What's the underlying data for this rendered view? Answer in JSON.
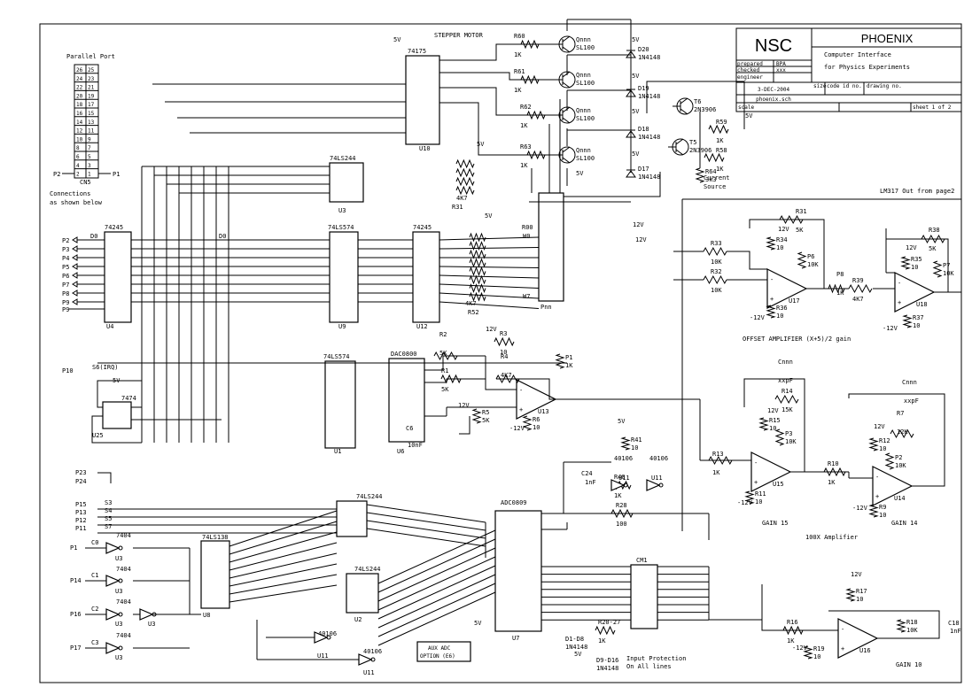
{
  "title_block": {
    "company": "NSC",
    "project": "PHOENIX",
    "line1": "Computer Interface",
    "line2": "for Physics Experiments",
    "prepared_lbl": "prepared",
    "prepared_val": "BPA",
    "checked_lbl": "checked",
    "checked_val": "xxx",
    "engineer_lbl": "engineer",
    "date": "3-DEC-2004",
    "file": "phoenix.sch",
    "size_lbl": "size",
    "code_lbl": "code id no.",
    "drawing_lbl": "drawing no.",
    "scale_lbl": "scale",
    "sheet_lbl": "sheet 1 of 2"
  },
  "labels": {
    "parallel_port": "Parallel Port",
    "cn5": "CN5",
    "p2": "P2",
    "p1": "P1",
    "connections1": "Connections",
    "connections2": "as shown below",
    "stepper_motor": "STEPPER MOTOR",
    "current_source1": "Current",
    "current_source2": "Source",
    "lm317": "LM317 Out from page2",
    "offset_amp": "OFFSET AMPLIFIER (X+5)/2 gain",
    "gain15": "GAIN 15",
    "gain14": "GAIN 14",
    "amp100x": "100X Amplifier",
    "gain10": "GAIN 10",
    "input_protection1": "Input Protection",
    "input_protection2": "On All lines",
    "aux_adc1": "AUX ADC",
    "aux_adc2": "OPTION (E6)",
    "s6irq": "S6(IRQ)",
    "dac": "DAC0800",
    "adc": "ADC0809",
    "d0": "D0",
    "cm1": "CM1",
    "pnn": "Pnn"
  },
  "pin_header": [
    [
      "26",
      "25"
    ],
    [
      "24",
      "23"
    ],
    [
      "22",
      "21"
    ],
    [
      "20",
      "19"
    ],
    [
      "18",
      "17"
    ],
    [
      "16",
      "15"
    ],
    [
      "14",
      "13"
    ],
    [
      "12",
      "11"
    ],
    [
      "10",
      "9"
    ],
    [
      "8",
      "7"
    ],
    [
      "6",
      "5"
    ],
    [
      "4",
      "3"
    ],
    [
      "2",
      "1"
    ]
  ],
  "ports_left": [
    "P2",
    "P3",
    "P4",
    "P5",
    "P6",
    "P7",
    "P8",
    "P9"
  ],
  "ics": [
    {
      "id": "U10",
      "part": "74175"
    },
    {
      "id": "U3",
      "part": "74LS244"
    },
    {
      "id": "U4",
      "part": "74245"
    },
    {
      "id": "U9",
      "part": "74LS574"
    },
    {
      "id": "U12",
      "part": "74245"
    },
    {
      "id": "U1",
      "part": "74LS574"
    },
    {
      "id": "U6",
      "part": "DAC0800"
    },
    {
      "id": "U25",
      "part": "7474"
    },
    {
      "id": "U8",
      "part": "74LS138"
    },
    {
      "id": "U2",
      "part": "74LS244"
    },
    {
      "id": "U7",
      "part": "ADC0809"
    },
    {
      "id": "U13",
      "part": ""
    },
    {
      "id": "U17",
      "part": ""
    },
    {
      "id": "U18",
      "part": ""
    },
    {
      "id": "U15",
      "part": ""
    },
    {
      "id": "U14",
      "part": ""
    },
    {
      "id": "U16",
      "part": ""
    }
  ],
  "transistors": [
    {
      "name": "Qnnn",
      "type": "SL100"
    },
    {
      "name": "Qnnn",
      "type": "SL100"
    },
    {
      "name": "Qnnn",
      "type": "SL100"
    },
    {
      "name": "Qnnn",
      "type": "SL100"
    },
    {
      "name": "T6",
      "type": "2N3906"
    },
    {
      "name": "T5",
      "type": "2N3906"
    }
  ],
  "diodes": [
    {
      "name": "D20",
      "type": "1N4148"
    },
    {
      "name": "D19",
      "type": "1N4148"
    },
    {
      "name": "D18",
      "type": "1N4148"
    },
    {
      "name": "D17",
      "type": "1N4148"
    }
  ],
  "resistors": [
    {
      "name": "R60",
      "value": "1K"
    },
    {
      "name": "R61",
      "value": "1K"
    },
    {
      "name": "R62",
      "value": "1K"
    },
    {
      "name": "R63",
      "value": "1K"
    },
    {
      "name": "R59",
      "value": "1K"
    },
    {
      "name": "R58",
      "value": "1K"
    },
    {
      "name": "R64",
      "value": "3k3"
    },
    {
      "name": "R31",
      "value": "4K7"
    },
    {
      "name": "R52",
      "value": "4K7"
    },
    {
      "name": "R31",
      "value": "5K"
    },
    {
      "name": "R33",
      "value": "10K"
    },
    {
      "name": "R32",
      "value": "10K"
    },
    {
      "name": "R34",
      "value": "10"
    },
    {
      "name": "R36",
      "value": "10"
    },
    {
      "name": "P6",
      "value": "10K"
    },
    {
      "name": "P8",
      "value": "1K"
    },
    {
      "name": "R39",
      "value": "4K7"
    },
    {
      "name": "R38",
      "value": "5K"
    },
    {
      "name": "R35",
      "value": "10"
    },
    {
      "name": "P7",
      "value": "10K"
    },
    {
      "name": "R37",
      "value": "10"
    },
    {
      "name": "R2",
      "value": "5K"
    },
    {
      "name": "R3",
      "value": "10"
    },
    {
      "name": "R1",
      "value": "5K"
    },
    {
      "name": "R4",
      "value": "4K7"
    },
    {
      "name": "P1",
      "value": "1K"
    },
    {
      "name": "R5",
      "value": "5K"
    },
    {
      "name": "R6",
      "value": "10"
    },
    {
      "name": "R14",
      "value": "15K"
    },
    {
      "name": "R15",
      "value": "10"
    },
    {
      "name": "P3",
      "value": "10K"
    },
    {
      "name": "R13",
      "value": "1K"
    },
    {
      "name": "R11",
      "value": "10"
    },
    {
      "name": "R7",
      "value": "12K"
    },
    {
      "name": "R12",
      "value": "10"
    },
    {
      "name": "P2",
      "value": "10K"
    },
    {
      "name": "R10",
      "value": "1K"
    },
    {
      "name": "R9",
      "value": "10"
    },
    {
      "name": "R41",
      "value": "10"
    },
    {
      "name": "R40",
      "value": "1K"
    },
    {
      "name": "R28",
      "value": "100"
    },
    {
      "name": "R17",
      "value": "10"
    },
    {
      "name": "R16",
      "value": "1K"
    },
    {
      "name": "R18",
      "value": "10K"
    },
    {
      "name": "R19",
      "value": "10"
    },
    {
      "name": "R20-27",
      "value": "1K"
    }
  ],
  "net_labels": {
    "p10": "P10",
    "p23": "P23",
    "p24": "P24",
    "p15": "P15",
    "p13": "P13",
    "p12": "P12",
    "p11": "P11",
    "s3": "S3",
    "s4": "S4",
    "s5": "S5",
    "s7": "S7",
    "p1b": "P1",
    "p14": "P14",
    "p16": "P16",
    "p17": "P17",
    "c0": "C0",
    "c1": "C1",
    "c2": "C2",
    "c3": "C3",
    "v5": "5V",
    "v12": "12V",
    "vm12": "-12V",
    "c24": "C24",
    "c24v": "1nF",
    "c6": "C6",
    "c6v": "10nF",
    "c18": "C18",
    "c18v": "1nF",
    "cnnn": "Cnnn",
    "xxpf": "xxpF",
    "d1d8": "D1-D8",
    "d1d8v": "1N4148",
    "d9d16": "D9-D16",
    "d9d16v": "1N4148",
    "w0": "W0",
    "w7": "W7",
    "r00": "R00",
    "ic40106": "40106",
    "u11": "U11",
    "u12": "U12",
    "ic7404": "7404"
  }
}
